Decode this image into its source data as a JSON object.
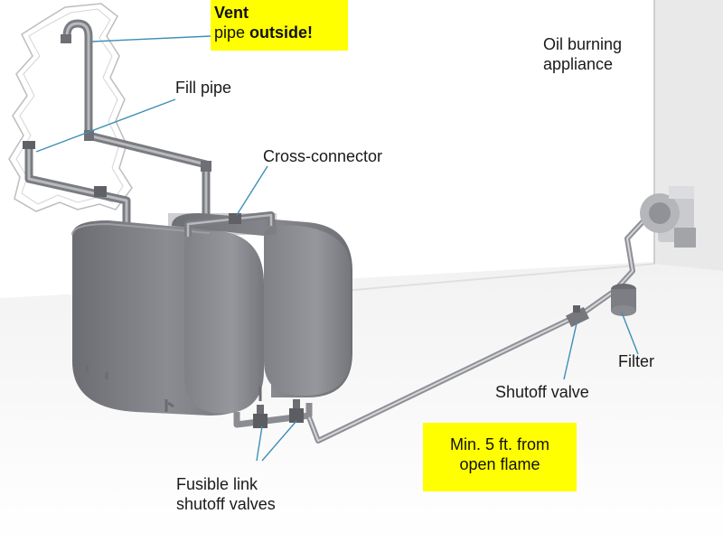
{
  "labels": {
    "vent_line1": "Vent",
    "vent_line2_a": "pipe ",
    "vent_line2_b": "outside!",
    "fill_pipe": "Fill pipe",
    "cross_connector": "Cross-connector",
    "appliance_line1": "Oil burning",
    "appliance_line2": "appliance",
    "filter": "Filter",
    "shutoff_valve": "Shutoff valve",
    "fusible_line1": "Fusible link",
    "fusible_line2": "shutoff valves",
    "flame_line1": "Min. 5 ft. from",
    "flame_line2": "open flame"
  },
  "colors": {
    "highlight": "#ffff00",
    "tank": "#808287",
    "leader": "#3d8fb5"
  }
}
